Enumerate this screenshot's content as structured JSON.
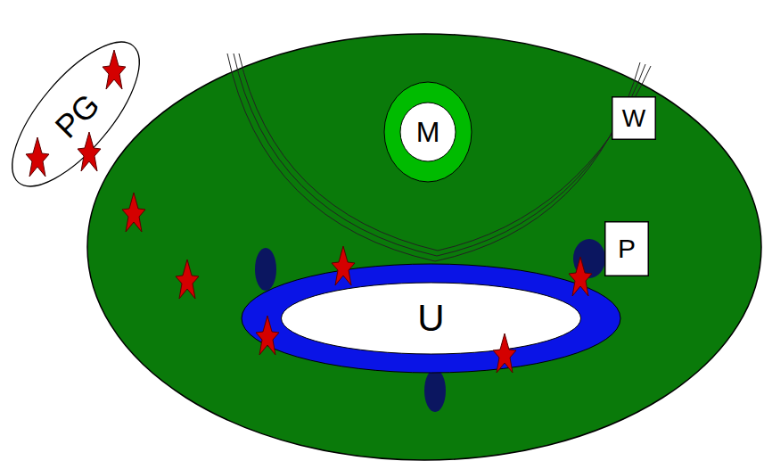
{
  "diagram": {
    "nodes": [
      {
        "text": [
          "PG"
        ]
      },
      {
        "text": [
          "M"
        ]
      },
      {
        "text": [
          "W"
        ]
      },
      {
        "text": [
          "P"
        ]
      },
      {
        "text": [
          "U"
        ]
      }
    ]
  }
}
